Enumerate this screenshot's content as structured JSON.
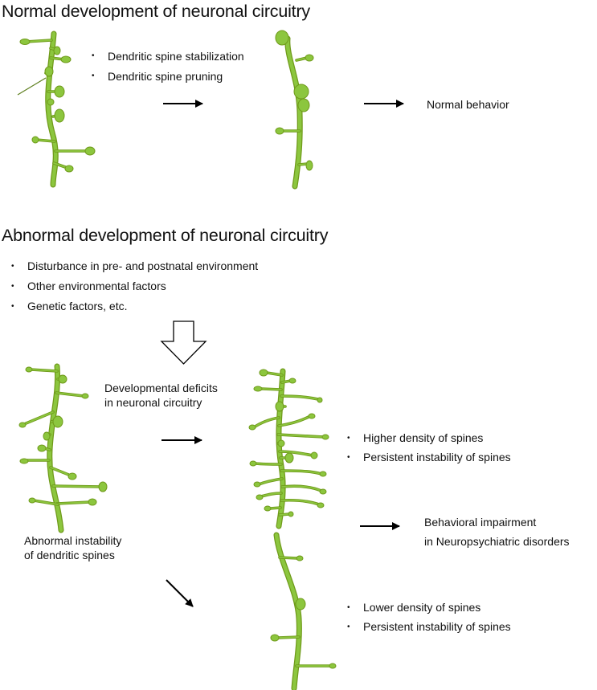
{
  "normal": {
    "title": "Normal development of neuronal circuitry",
    "processes": [
      "Dendritic spine stabilization",
      "Dendritic spine pruning"
    ],
    "outcome": "Normal behavior"
  },
  "abnormal": {
    "title": "Abnormal development of neuronal circuitry",
    "causes": [
      "Disturbance in pre- and postnatal environment",
      "Other environmental factors",
      "Genetic factors, etc."
    ],
    "deficit_label": [
      "Developmental deficits",
      "in neuronal circuitry"
    ],
    "instability_label": [
      "Abnormal instability",
      "of dendritic spines"
    ],
    "higher_density": [
      "Higher density of spines",
      "Persistent instability of spines"
    ],
    "lower_density": [
      "Lower density of spines",
      "Persistent instability of spines"
    ],
    "outcome": [
      "Behavioral impairment",
      "in Neuropsychiatric disorders"
    ]
  },
  "colors": {
    "spine_fill": "#8cc63e",
    "spine_outline": "#6f9a1a",
    "text": "#111111",
    "arrow": "#000000"
  }
}
